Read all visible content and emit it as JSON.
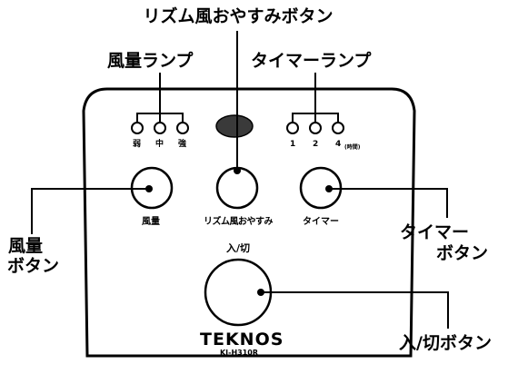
{
  "callouts": {
    "rhythm_wind_button": "リズム風おやすみボタン",
    "wind_lamp": "風量ランプ",
    "timer_lamp": "タイマーランプ",
    "wind_button_line1": "風量",
    "wind_button_line2": "ボタン",
    "timer_button_line1": "タイマー",
    "timer_button_line2": "ボタン",
    "power_button": "入/切ボタン"
  },
  "panel": {
    "wind_lamp_labels": [
      "弱",
      "中",
      "強"
    ],
    "timer_lamp_labels": [
      "1",
      "2",
      "4"
    ],
    "timer_unit": "(時間)",
    "wind_button_label": "風量",
    "rhythm_button_label": "リズム風おやすみ",
    "timer_button_label": "タイマー",
    "power_button_label": "入/切",
    "brand": "TEKNOS",
    "model": "KI-H310R"
  },
  "colors": {
    "indicator_window": "#3a3a3a",
    "outline": "#000000"
  }
}
